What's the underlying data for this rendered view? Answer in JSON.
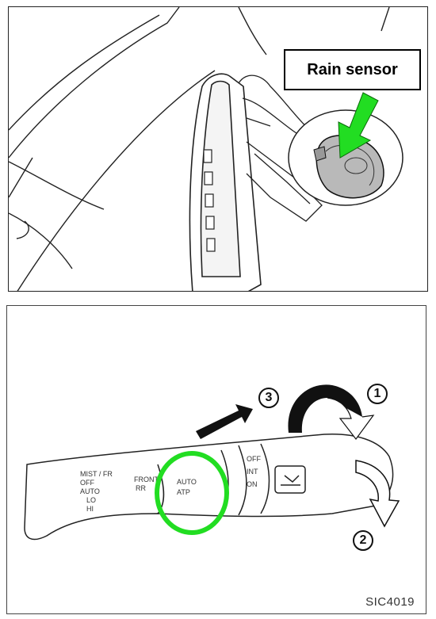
{
  "top_figure": {
    "callout_label": "Rain sensor",
    "accent_color": "#22dd22"
  },
  "bottom_figure": {
    "step_labels": [
      "1",
      "2",
      "3"
    ],
    "stalk_left_labels": [
      "MIST / FR",
      "OFF",
      "AUTO",
      "LO",
      "HI"
    ],
    "stalk_mid_labels": [
      "FRONT",
      "RR"
    ],
    "stalk_highlight_labels": [
      "AUTO",
      "ATP"
    ],
    "stalk_right_labels": [
      "OFF",
      "INT",
      "ON"
    ],
    "highlight_color": "#22dd22",
    "figure_code": "SIC4019"
  }
}
